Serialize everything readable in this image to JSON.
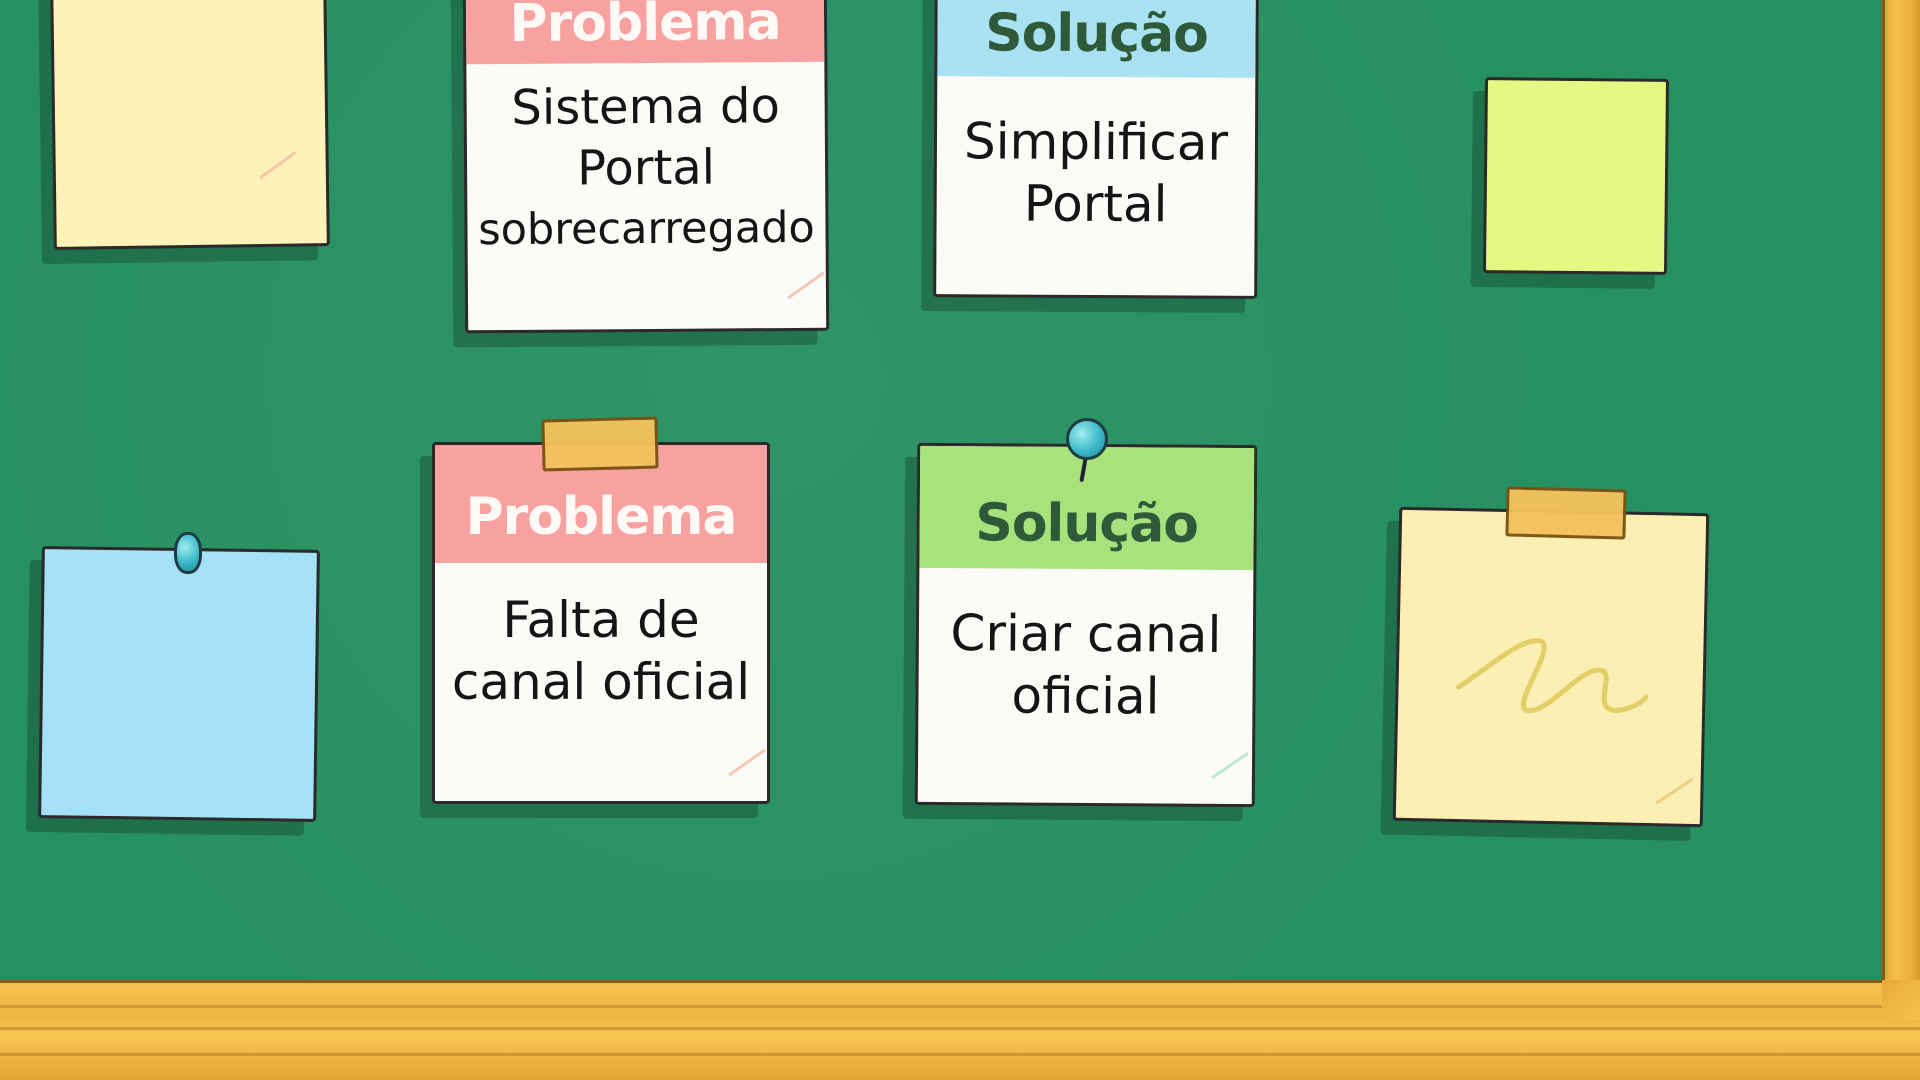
{
  "board": {
    "background_color": "#279061",
    "frame_color": "#f2b746"
  },
  "notes": {
    "problem_1": {
      "header": "Problema",
      "lines": [
        "Sistema do",
        "Portal",
        "sobrecarregado"
      ],
      "header_color": "#f7a1a0"
    },
    "solution_1": {
      "header": "Solução",
      "lines": [
        "Simplificar",
        "Portal"
      ],
      "header_color": "#a9e2f3"
    },
    "problem_2": {
      "header": "Problema",
      "lines": [
        "Falta de",
        "canal oficial"
      ],
      "header_color": "#f7a1a0"
    },
    "solution_2": {
      "header": "Solução",
      "lines": [
        "Criar canal",
        "oficial"
      ],
      "header_color": "#a8e27c"
    }
  },
  "blank_notes": {
    "top_left_color": "#fdf2b8",
    "top_right_color": "#e6f884",
    "bottom_left_color": "#a6e2f7",
    "bottom_right_color": "#fcefb4"
  },
  "icons": [
    "pushpin-icon",
    "tape-strip",
    "scribble-mark"
  ]
}
